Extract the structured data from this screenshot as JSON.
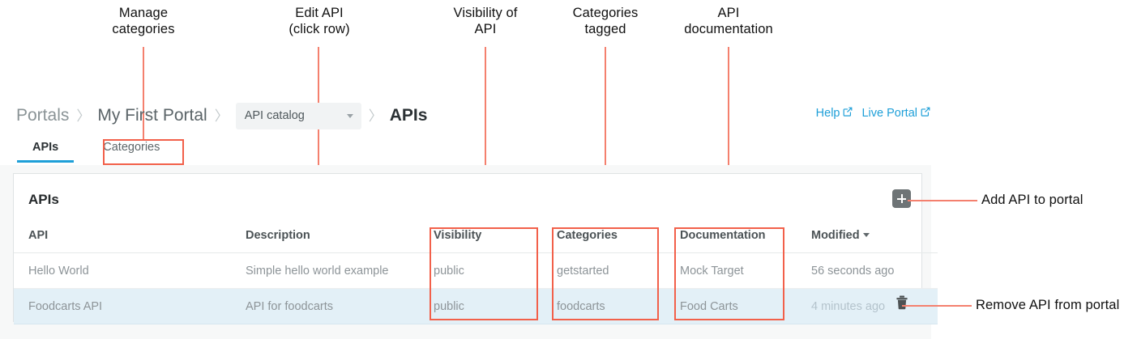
{
  "annotations": {
    "colors": {
      "line": "#f4806e",
      "box": "#f2604a",
      "text": "#111111"
    },
    "callouts": [
      {
        "name": "manage-categories",
        "text": "Manage\ncategories"
      },
      {
        "name": "edit-api",
        "text": "Edit API\n(click row)"
      },
      {
        "name": "visibility-of-api",
        "text": "Visibility of\nAPI"
      },
      {
        "name": "categories-tagged",
        "text": "Categories\ntagged"
      },
      {
        "name": "api-documentation",
        "text": "API\ndocumentation"
      }
    ],
    "side_callouts": [
      {
        "name": "add-api-to-portal",
        "text": "Add API to portal"
      },
      {
        "name": "remove-api-from-portal",
        "text": "Remove API from portal"
      }
    ]
  },
  "breadcrumb": {
    "root": "Portals",
    "portal": "My First Portal",
    "catalog_select": "API catalog",
    "current": "APIs",
    "separator": "〉"
  },
  "toplinks": [
    {
      "name": "help-link",
      "label": "Help"
    },
    {
      "name": "live-portal-link",
      "label": "Live Portal"
    }
  ],
  "tabs": [
    {
      "name": "tab-apis",
      "label": "APIs",
      "active": true
    },
    {
      "name": "tab-categories",
      "label": "Categories",
      "active": false
    }
  ],
  "card": {
    "title": "APIs",
    "add_button_label": "+",
    "columns": [
      "API",
      "Description",
      "Visibility",
      "Categories",
      "Documentation",
      "Modified"
    ],
    "sort_column": "Modified",
    "sort_direction": "desc",
    "rows": [
      {
        "api": "Hello World",
        "description": "Simple hello world example",
        "visibility": "public",
        "categories": "getstarted",
        "documentation": "Mock Target",
        "modified": "56 seconds ago",
        "selected": false
      },
      {
        "api": "Foodcarts API",
        "description": "API for foodcarts",
        "visibility": "public",
        "categories": "foodcarts",
        "documentation": "Food Carts",
        "modified": "4 minutes ago",
        "selected": true
      }
    ]
  }
}
